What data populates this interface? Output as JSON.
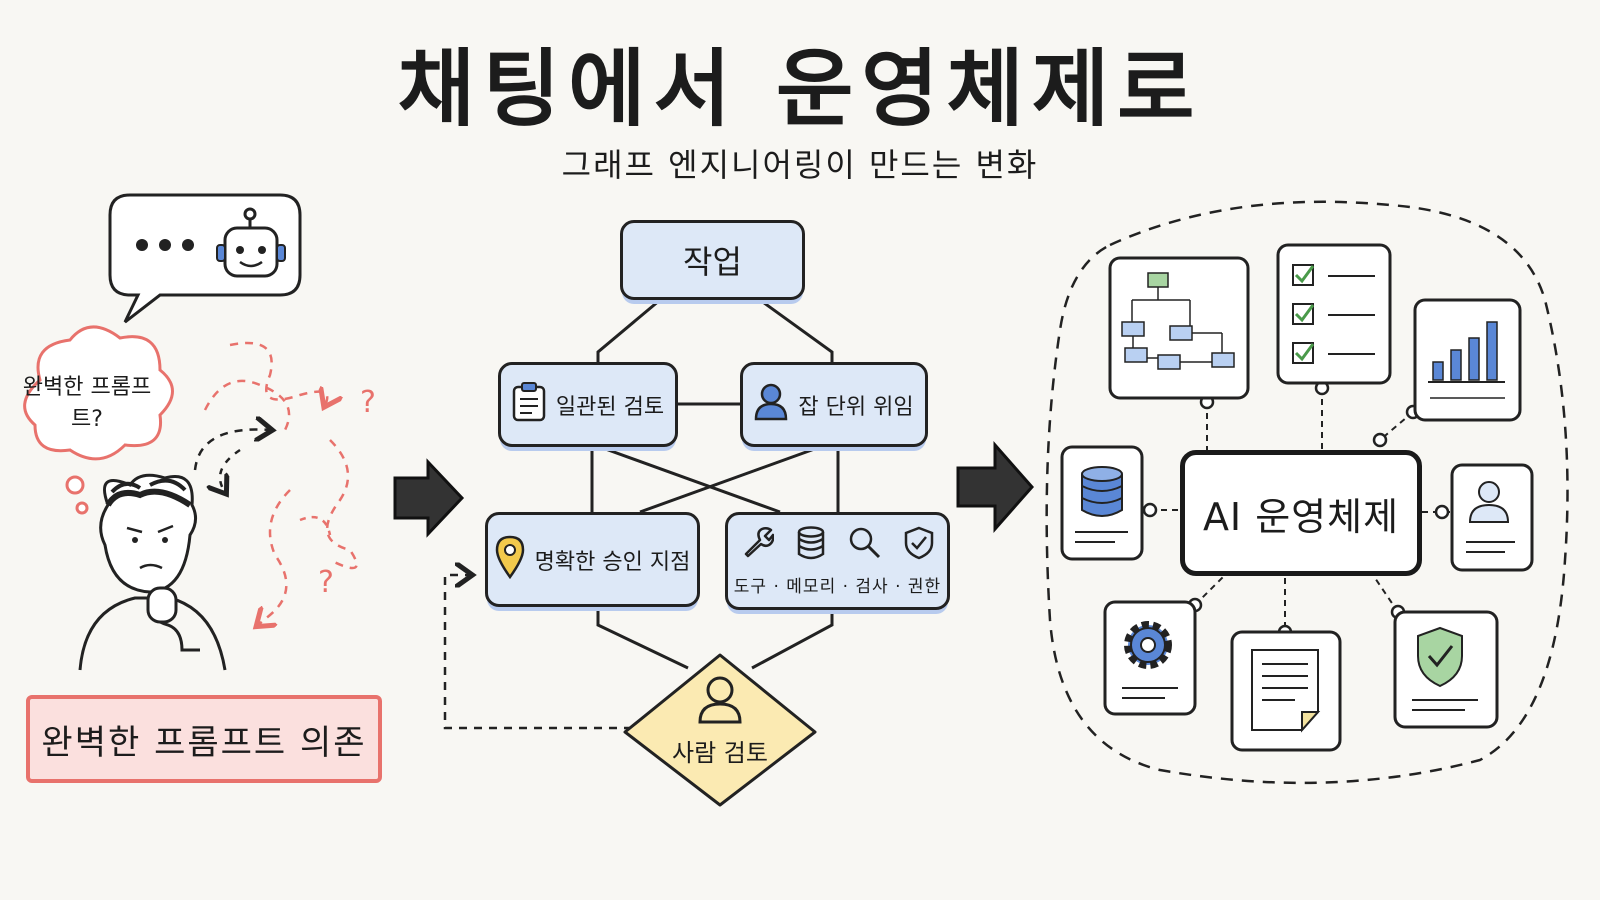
{
  "header": {
    "title": "채팅에서 운영체제로",
    "subtitle": "그래프 엔지니어링이 만드는 변화"
  },
  "left": {
    "chat_bubble_text": "•••",
    "thought_text": "완벽한 프롬프트?",
    "question_mark": "?",
    "label": "완벽한 프롬프트 의존"
  },
  "graph": {
    "task": "작업",
    "review": "일관된 검토",
    "delegation": "잡 단위 위임",
    "approval": "명확한 승인 지점",
    "tools": "도구 · 메모리 · 검사 · 권한",
    "human_review": "사람 검토"
  },
  "os": {
    "center": "AI 운영체제"
  },
  "colors": {
    "blue_fill": "#dde8f7",
    "yellow_fill": "#fbeab2",
    "red_accent": "#e8726c",
    "icon_blue": "#5a87d6",
    "icon_green": "#6aa86a"
  }
}
